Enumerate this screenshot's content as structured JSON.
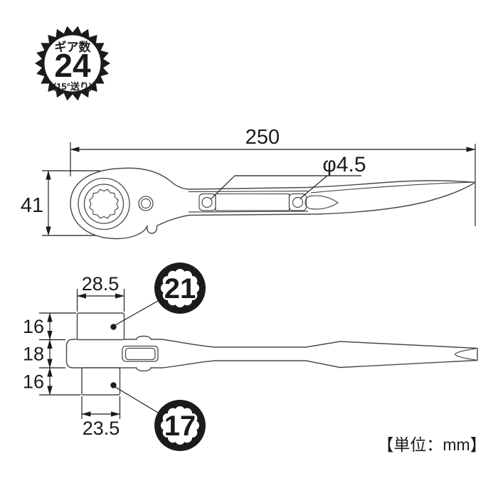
{
  "gear_badge": {
    "label": "ギア数",
    "value": "24",
    "note": "(15°送り)"
  },
  "top_view": {
    "length_mm": "250",
    "height_mm": "41",
    "hole_diameter": "φ4.5"
  },
  "side_view": {
    "top_socket_width_mm": "28.5",
    "top_socket_height_mm": "16",
    "body_height_mm": "18",
    "bottom_socket_height_mm": "16",
    "bottom_socket_width_mm": "23.5",
    "top_socket_size": "21",
    "bottom_socket_size": "17"
  },
  "footer": {
    "unit_note": "【単位：mm】"
  },
  "colors": {
    "line": "#4a4a4a",
    "ink": "#1b1b1b",
    "background": "#ffffff"
  }
}
